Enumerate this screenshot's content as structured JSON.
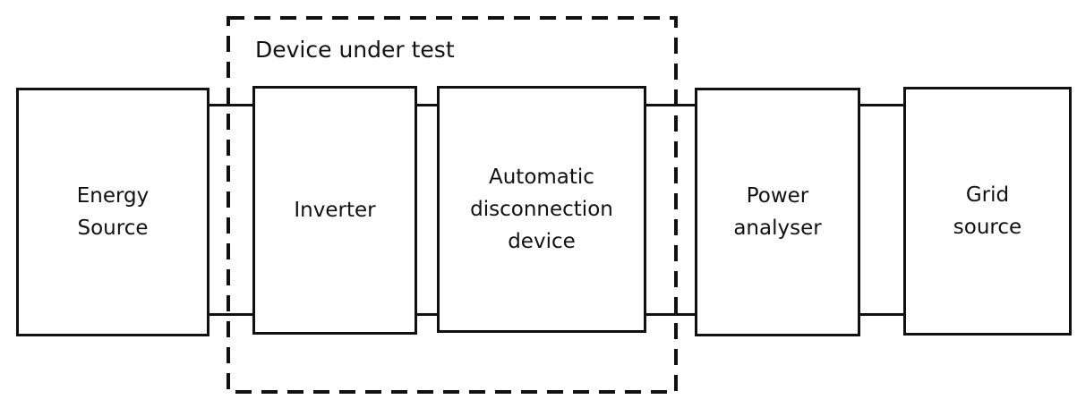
{
  "diagram": {
    "group": {
      "title": "Device under test"
    },
    "blocks": {
      "energy_source": "Energy\nSource",
      "inverter": "Inverter",
      "disconnection_device": "Automatic\ndisconnection\ndevice",
      "power_analyser": "Power\nanalyser",
      "grid_source": "Grid\nsource"
    }
  }
}
